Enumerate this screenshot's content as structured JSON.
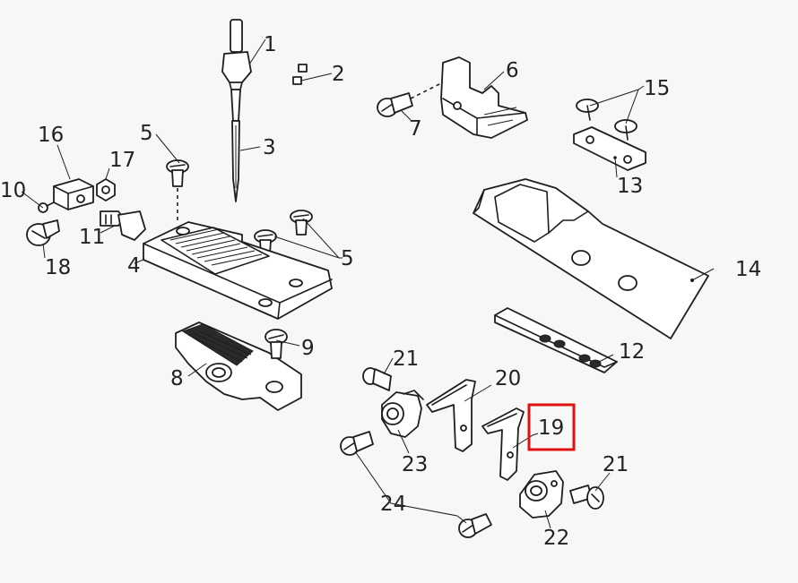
{
  "highlight_color": "#e01010",
  "highlighted_part": "19",
  "callouts": {
    "c1": "1",
    "c2": "2",
    "c3": "3",
    "c4": "4",
    "c5a": "5",
    "c5b": "5",
    "c6": "6",
    "c7": "7",
    "c8": "8",
    "c9": "9",
    "c10": "10",
    "c11": "11",
    "c12": "12",
    "c13": "13",
    "c14": "14",
    "c15": "15",
    "c16": "16",
    "c17": "17",
    "c18": "18",
    "c19": "19",
    "c20": "20",
    "c21a": "21",
    "c21b": "21",
    "c22": "22",
    "c23": "23",
    "c24": "24"
  }
}
